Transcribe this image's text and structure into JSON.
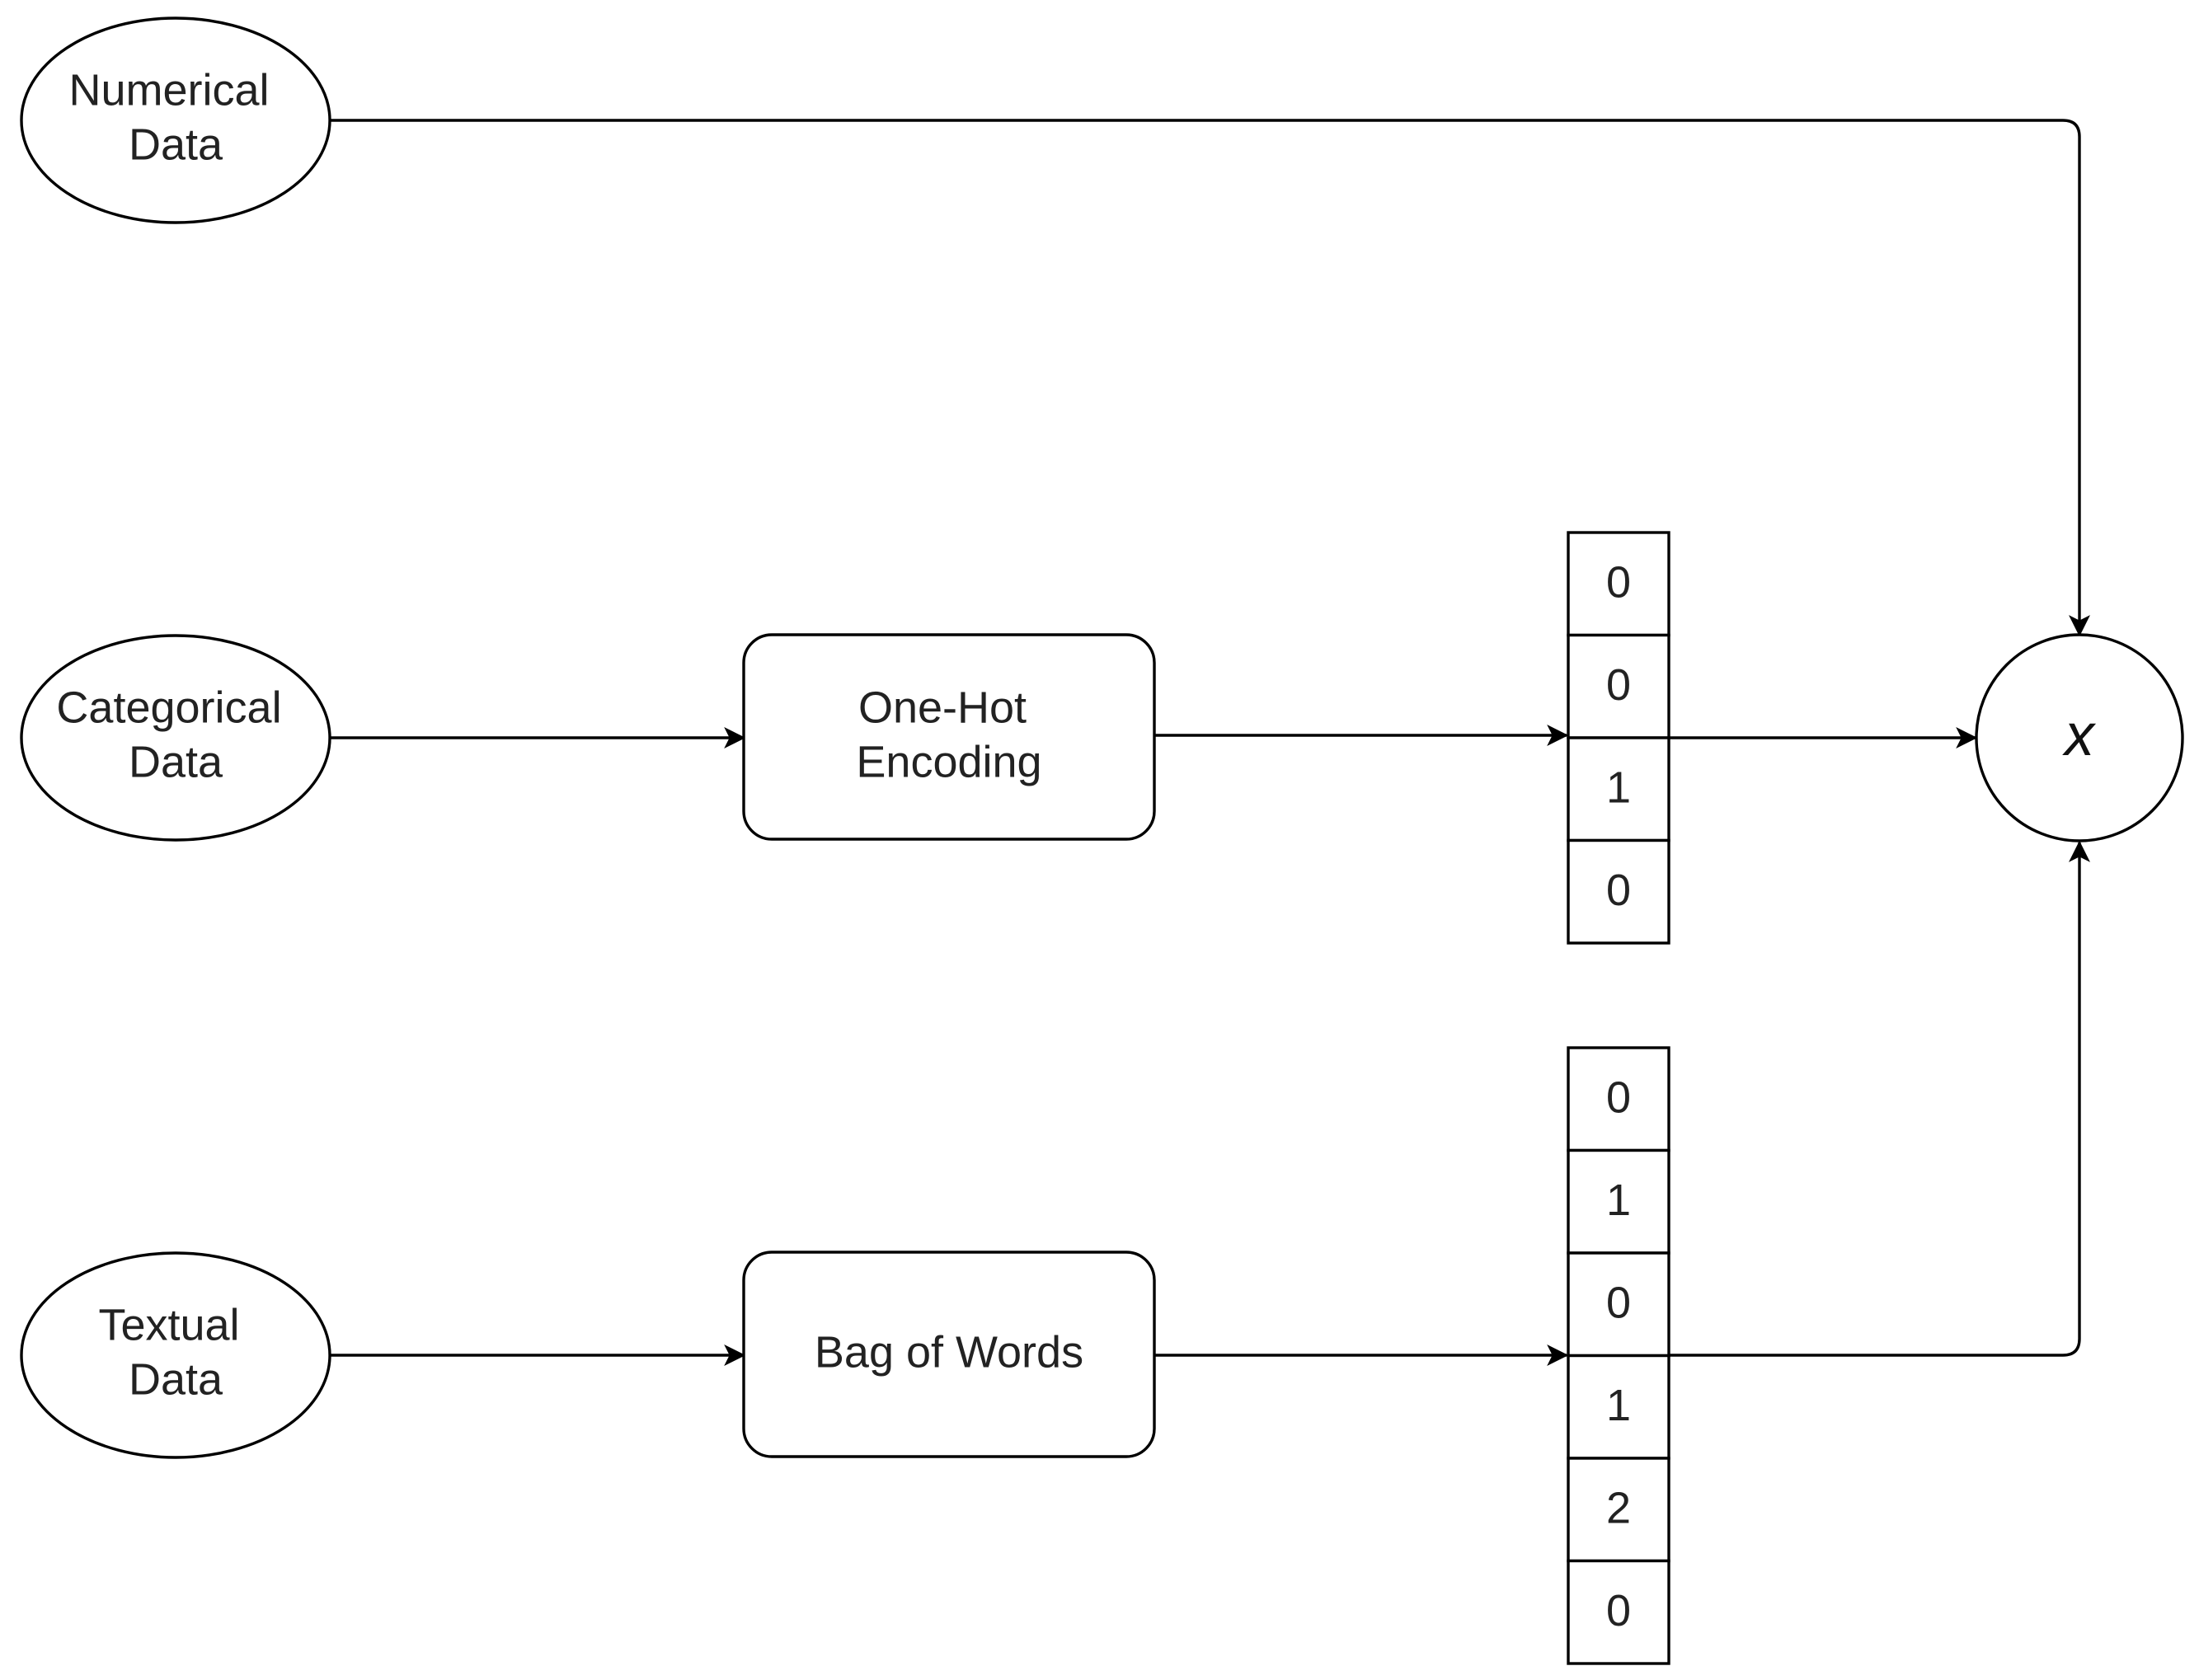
{
  "inputs": {
    "numerical": {
      "line1": "Numerical",
      "line2": "Data"
    },
    "categorical": {
      "line1": "Categorical",
      "line2": "Data"
    },
    "textual": {
      "line1": "Textual",
      "line2": "Data"
    }
  },
  "processes": {
    "one_hot": {
      "line1": "One-Hot",
      "line2": "Encoding"
    },
    "bag_of_words": {
      "label": "Bag of Words"
    }
  },
  "vectors": {
    "one_hot": [
      "0",
      "0",
      "1",
      "0"
    ],
    "bag_of_words": [
      "0",
      "1",
      "0",
      "1",
      "2",
      "0"
    ]
  },
  "output": {
    "symbol": "x"
  },
  "colors": {
    "stroke": "#000000",
    "fill": "#ffffff",
    "text": "#222222"
  }
}
